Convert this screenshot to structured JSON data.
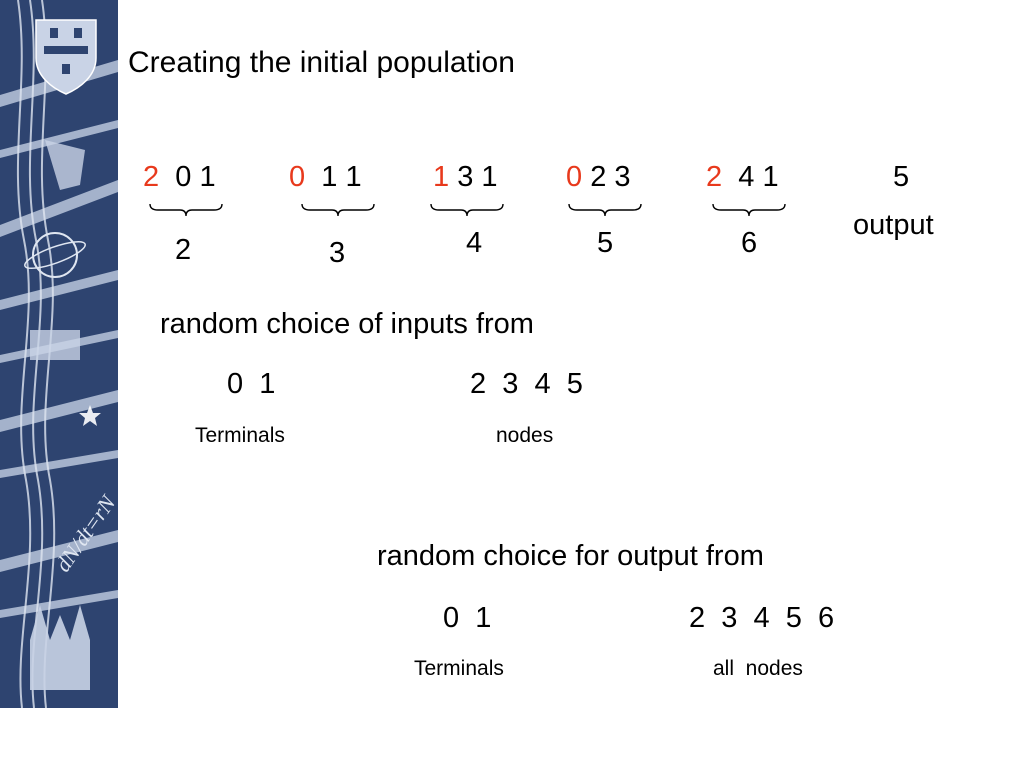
{
  "slide": {
    "title": "Creating the initial population",
    "genes": [
      {
        "func": "2",
        "inputs": "0 1",
        "node": "2"
      },
      {
        "func": "0",
        "inputs": "1 1",
        "node": "3"
      },
      {
        "func": "1",
        "inputs": "3 1",
        "node": "4"
      },
      {
        "func": "0",
        "inputs": "2 3",
        "node": "5"
      },
      {
        "func": "2",
        "inputs": "4 1",
        "node": "6"
      }
    ],
    "output_gene": "5",
    "output_label": "output",
    "inputs_section": {
      "heading": "random choice of inputs from",
      "terminals_values": "0  1",
      "nodes_values": "2  3  4  5",
      "terminals_label": "Terminals",
      "nodes_label": "nodes"
    },
    "output_section": {
      "heading": "random choice for output from",
      "terminals_values": "0  1",
      "nodes_values": "2  3  4  5  6",
      "terminals_label": "Terminals",
      "nodes_label": "all  nodes"
    }
  },
  "colors": {
    "accent_red": "#e8391c",
    "band_navy": "#2e4470",
    "band_light": "#b9c6dc"
  }
}
